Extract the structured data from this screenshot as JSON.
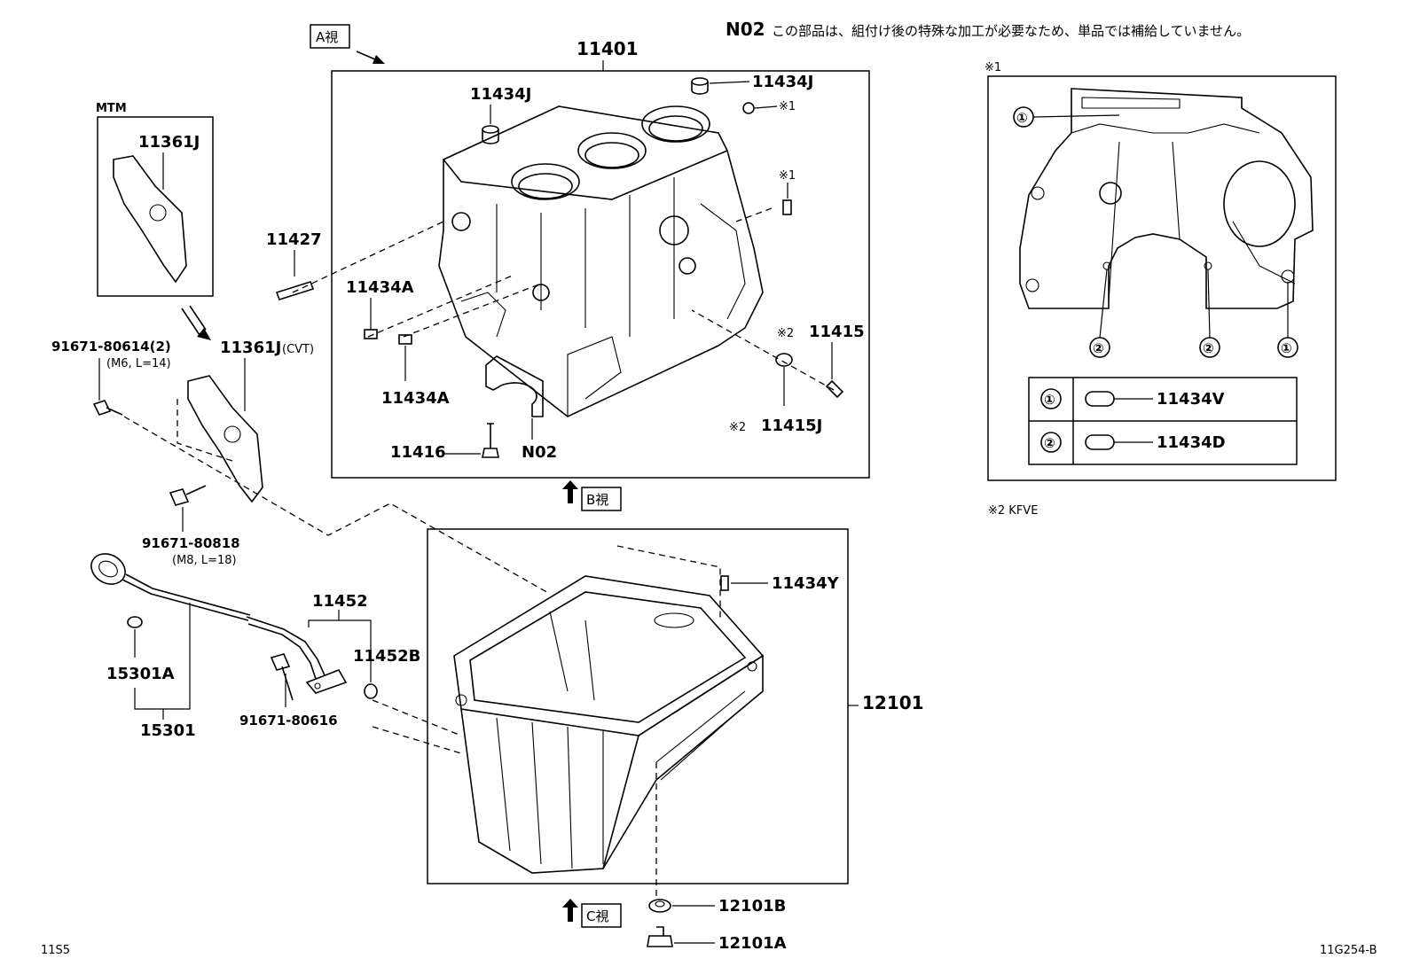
{
  "note": {
    "code": "N02",
    "text": "この部品は、組付け後の特殊な加工が必要なため、単品では補給していません。"
  },
  "view_labels": {
    "a": "A視",
    "b": "B視",
    "c": "C視"
  },
  "variants": {
    "mtm": "MTM",
    "cvt_suffix": "(CVT)"
  },
  "footnotes": {
    "mark1": "※1",
    "mark2": "※2",
    "mark2_note": "※2 KFVE"
  },
  "parts": {
    "block": "11401",
    "dowel_j_left": "11434J",
    "dowel_j_right": "11434J",
    "pin_a1": "11434A",
    "pin_a2": "11434A",
    "stud": "11427",
    "plug": "11415",
    "gasket": "11415J",
    "bolt": "11416",
    "cap": "N02",
    "bracket_mtm": "11361J",
    "bracket_cvt": "11361J",
    "bolt_m6": "91671-80614(2)",
    "bolt_m6_spec": "(M6, L=14)",
    "bolt_m8": "91671-80818",
    "bolt_m8_spec": "(M8, L=18)",
    "dipstick_oring": "15301A",
    "dipstick": "15301",
    "guide": "11452",
    "guide_oring": "11452B",
    "guide_bolt": "91671-80616",
    "pan": "12101",
    "pan_pin": "11434Y",
    "drain_gasket": "12101B",
    "drain_plug": "12101A"
  },
  "inset": {
    "callouts": [
      "①",
      "②",
      "②",
      "①"
    ],
    "table": [
      {
        "num": "①",
        "part": "11434V"
      },
      {
        "num": "②",
        "part": "11434D"
      }
    ]
  },
  "corners": {
    "left": "11S5",
    "right": "11G254-B"
  }
}
